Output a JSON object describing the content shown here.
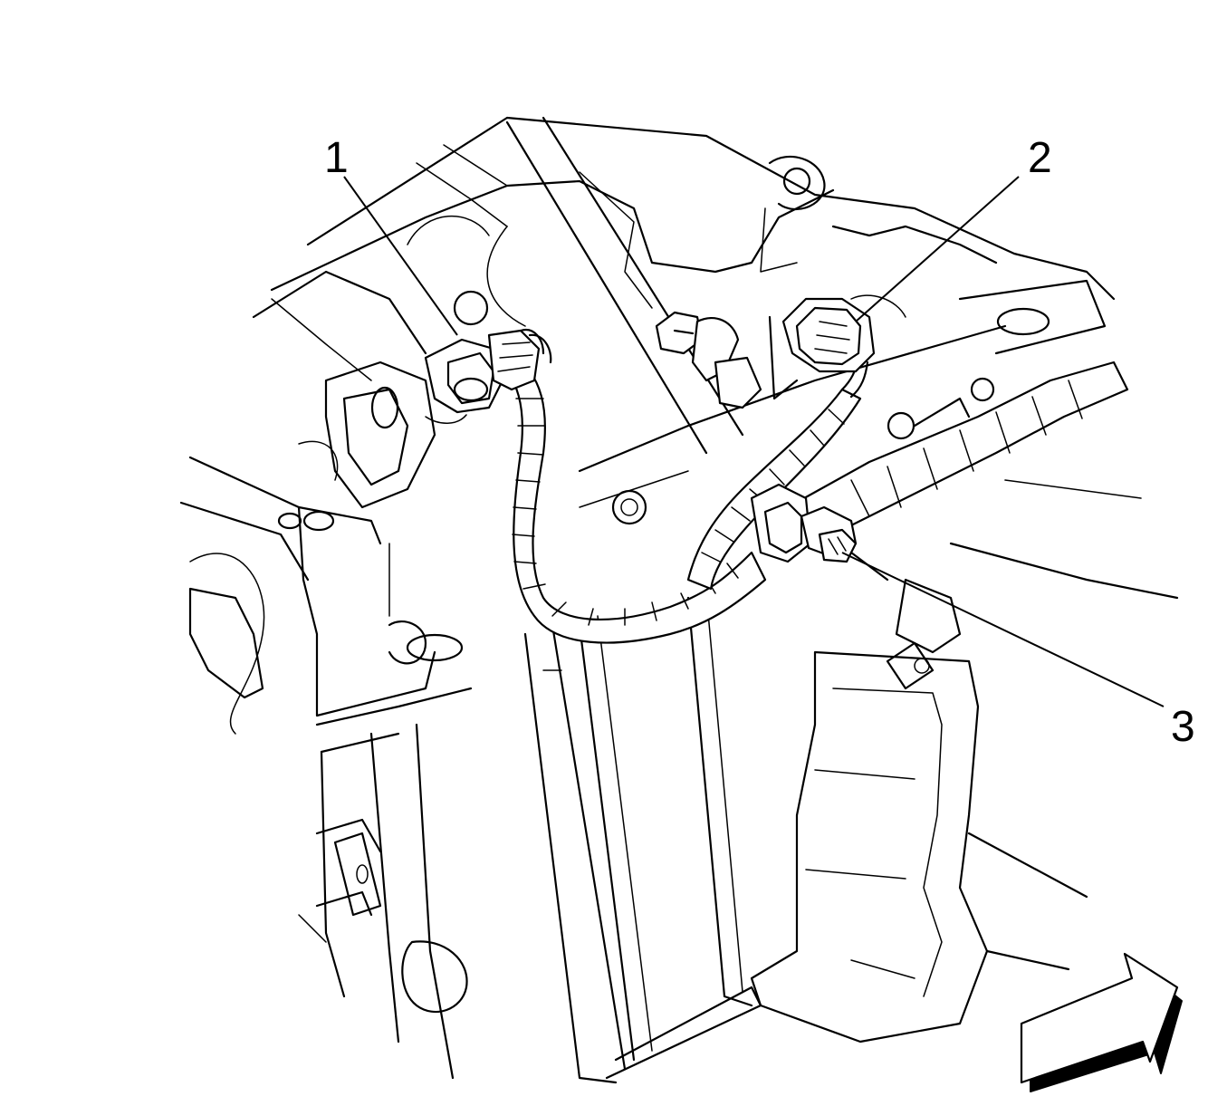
{
  "callouts": {
    "c1": "1",
    "c2": "2",
    "c3": "3"
  },
  "icons": {
    "orientation_arrow": "front-direction-arrow-icon"
  },
  "colors": {
    "line": "#000000",
    "background": "#ffffff"
  }
}
